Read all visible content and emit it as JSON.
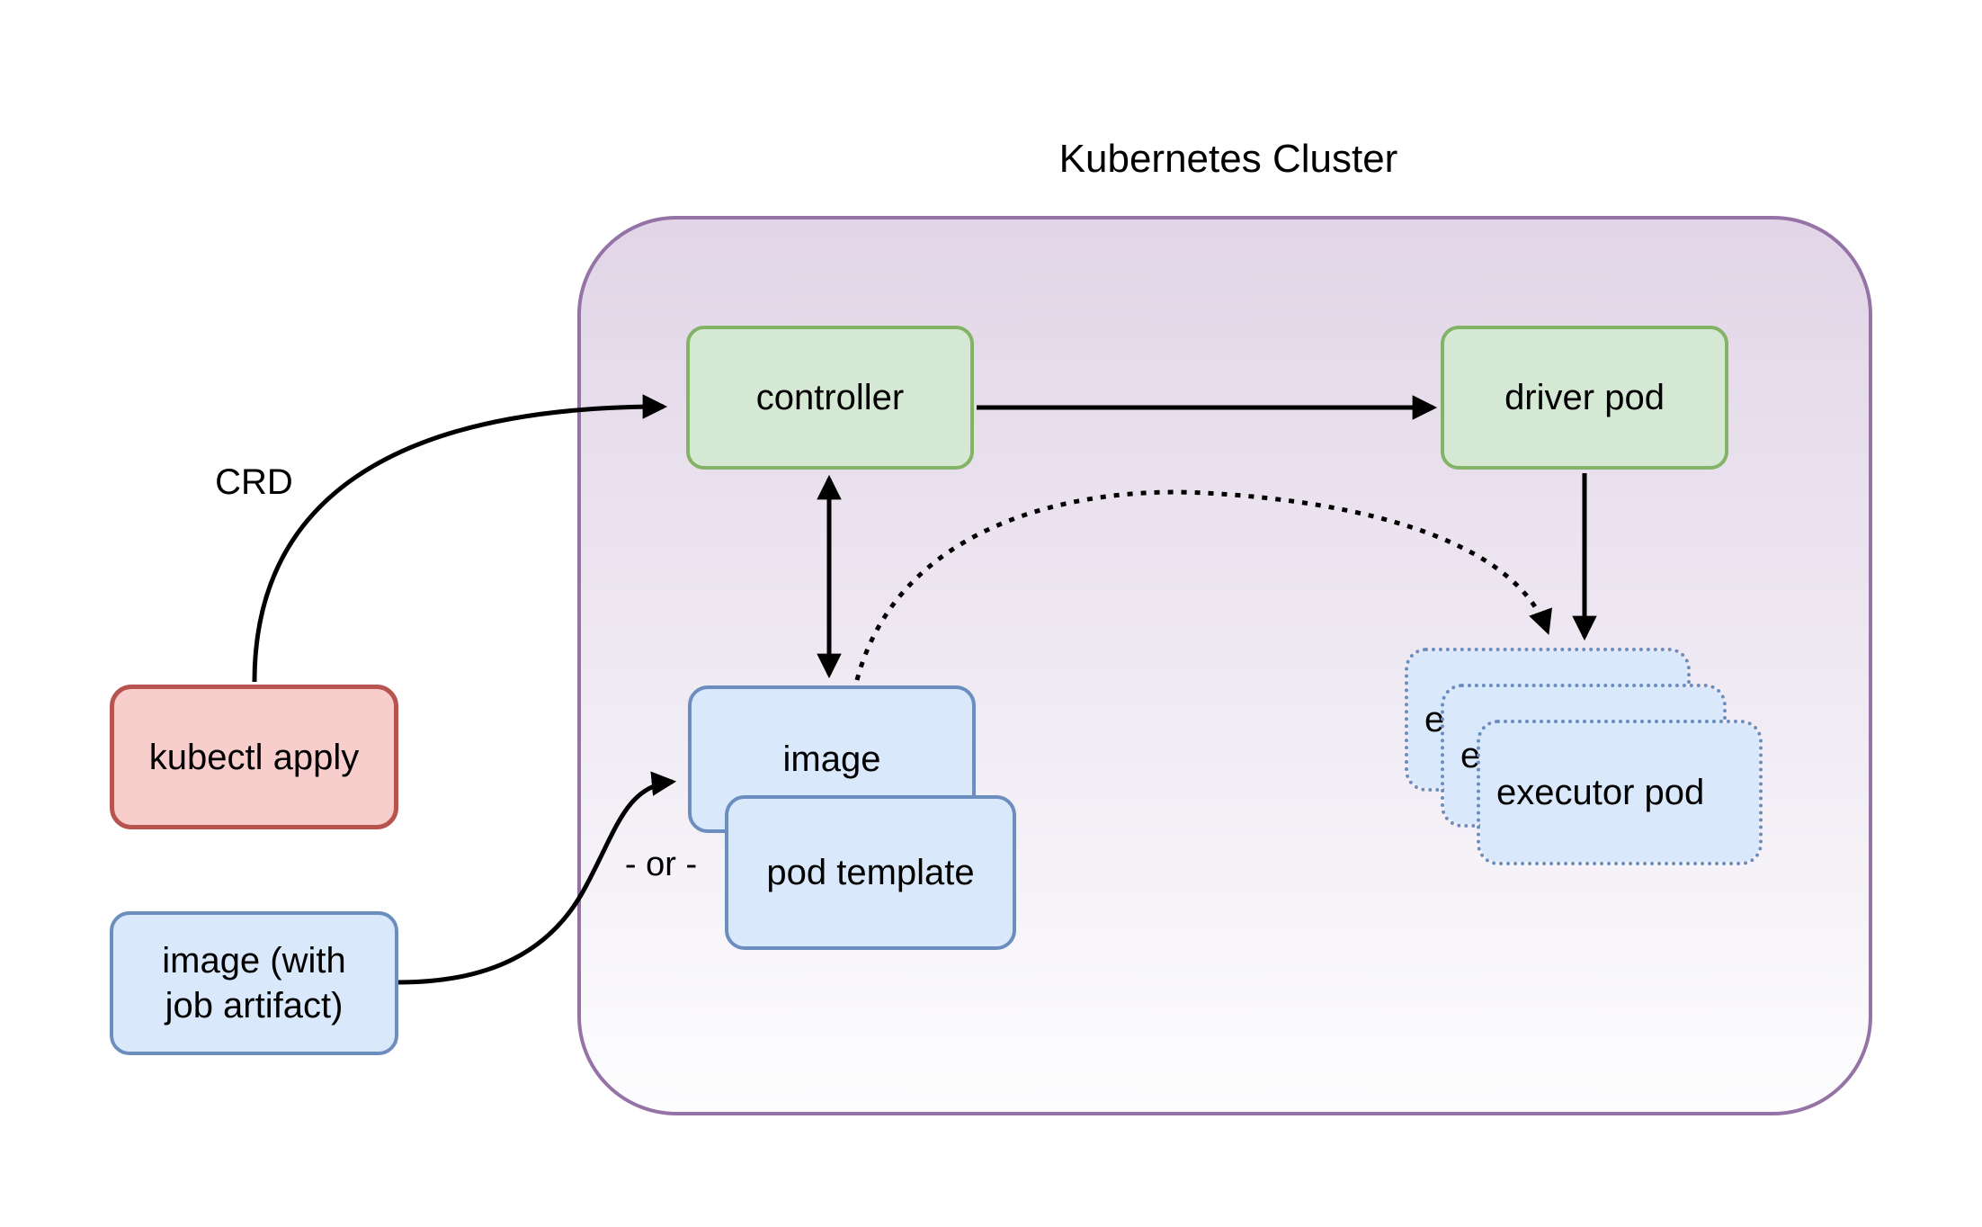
{
  "title": "Kubernetes Cluster",
  "labels": {
    "crd": "CRD",
    "or": "- or -"
  },
  "nodes": {
    "kubectl": "kubectl apply",
    "image_artifact": "image (with job artifact)",
    "controller": "controller",
    "driver_pod": "driver pod",
    "image": "image",
    "pod_template": "pod template",
    "executor_back": "executor pod",
    "executor_middle": "executor pod",
    "executor_front": "executor pod"
  },
  "edges": [
    {
      "from": "kubectl",
      "to": "controller",
      "label": "CRD",
      "style": "solid-curve"
    },
    {
      "from": "controller",
      "to": "driver_pod",
      "style": "solid"
    },
    {
      "from": "controller",
      "to": "image",
      "style": "solid-double-arrow"
    },
    {
      "from": "driver_pod",
      "to": "executor_pods",
      "style": "solid"
    },
    {
      "from": "image",
      "to": "executor_pods",
      "style": "dotted-curve"
    },
    {
      "from": "image_artifact",
      "to": "image",
      "style": "solid-curve"
    }
  ],
  "colors": {
    "green_fill": "#d5e8d4",
    "green_border": "#82b366",
    "blue_fill": "#dae8fc",
    "blue_border": "#6c8ebf",
    "red_fill": "#f8cecc",
    "red_border": "#b85450",
    "purple_border": "#9673a6",
    "purple_top": "#e1d5e7",
    "purple_bottom": "#fdfdfe",
    "arrow": "#000000",
    "text": "#000000"
  }
}
